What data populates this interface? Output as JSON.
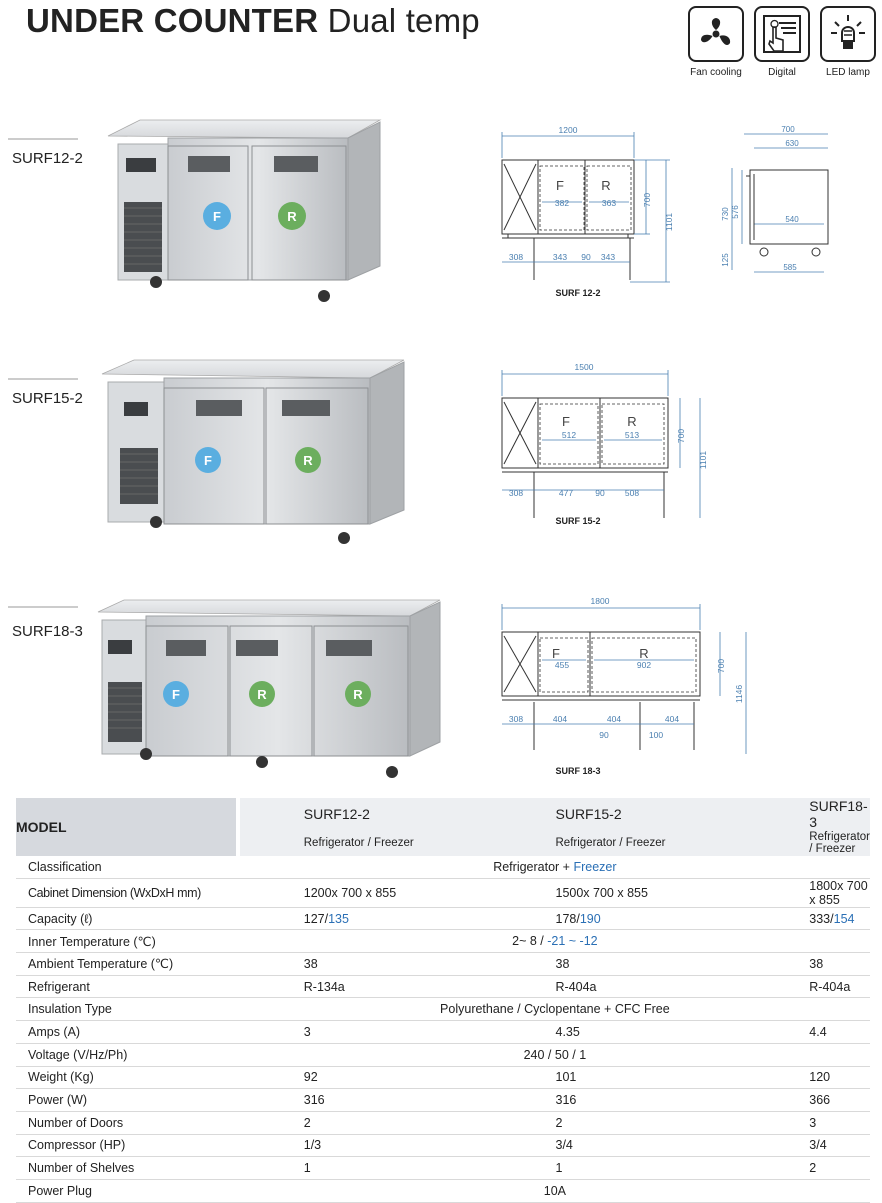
{
  "header": {
    "title_bold": "UNDER COUNTER",
    "title_light": "Dual temp"
  },
  "features": [
    {
      "label": "Fan cooling",
      "icon": "fan-icon"
    },
    {
      "label": "Digital",
      "icon": "digital-touch-icon"
    },
    {
      "label": "LED lamp",
      "icon": "led-lamp-icon"
    }
  ],
  "models": [
    {
      "name": "SURF12-2",
      "drawing_caption": "SURF 12-2",
      "dims": {
        "width": "1200",
        "height": "700",
        "total_height": "1101",
        "left": "308",
        "s1": "343",
        "gap": "90",
        "s2": "343",
        "f_inner": "382",
        "r_inner": "363"
      },
      "side": {
        "depth": "700",
        "inner_depth": "630",
        "shelf": "540",
        "base": "585",
        "h1": "730",
        "h2": "576",
        "leg": "125"
      }
    },
    {
      "name": "SURF15-2",
      "drawing_caption": "SURF 15-2",
      "dims": {
        "width": "1500",
        "height": "700",
        "total_height": "1101",
        "left": "308",
        "s1": "477",
        "gap": "90",
        "s2": "508",
        "f_inner": "512",
        "r_inner": "513"
      }
    },
    {
      "name": "SURF18-3",
      "drawing_caption": "SURF 18-3",
      "dims": {
        "width": "1800",
        "height": "700",
        "total_height": "1146",
        "left": "308",
        "s1": "404",
        "s2": "404",
        "s3": "404",
        "gap1": "90",
        "gap2": "100",
        "f_inner": "455",
        "r_inner": "902"
      }
    }
  ],
  "door_badges": {
    "freezer": "F",
    "refrigerator": "R"
  },
  "colors": {
    "freezer_badge": "#5aaee0",
    "refrigerator_badge": "#6cae5e",
    "accent_blue": "#2a6fb5",
    "drawing_line": "#4a7fb0"
  },
  "table": {
    "model_header": "MODEL",
    "columns": [
      {
        "model": "SURF12-2",
        "type": "Refrigerator  / Freezer"
      },
      {
        "model": "SURF15-2",
        "type": "Refrigerator  / Freezer"
      },
      {
        "model": "SURF18-3",
        "type": "Refrigerator  / Freezer"
      }
    ],
    "rows": {
      "classification": {
        "label": "Classification",
        "a": "Refrigerator + ",
        "b": "Freezer"
      },
      "cabinet": {
        "label": "Cabinet Dimension (WxDxH mm)",
        "v1": "1200x 700 x 855",
        "v2": "1500x 700 x 855",
        "v3": "1800x 700 x 855"
      },
      "capacity": {
        "label": "Capacity (ℓ)",
        "v1a": "127/",
        "v1b": "135",
        "v2a": "178/",
        "v2b": "190",
        "v3a": "333/",
        "v3b": "154"
      },
      "inner": {
        "label": "Inner Temperature (℃)",
        "a": "2~ 8 / ",
        "b": "-21 ~ -12"
      },
      "ambient": {
        "label": "Ambient Temperature (℃)",
        "v1": "38",
        "v2": "38",
        "v3": "38"
      },
      "refrigerant": {
        "label": "Refrigerant",
        "v1": "R-134a",
        "v2": "R-404a",
        "v3": "R-404a"
      },
      "insulation": {
        "label": "Insulation Type",
        "value": "Polyurethane / Cyclopentane + CFC Free"
      },
      "amps": {
        "label": "Amps (A)",
        "v1": "3",
        "v2": "4.35",
        "v3": "4.4"
      },
      "voltage": {
        "label": "Voltage (V/Hz/Ph)",
        "value": "240 / 50 / 1"
      },
      "weight": {
        "label": "Weight (Kg)",
        "v1": "92",
        "v2": "101",
        "v3": "120"
      },
      "power": {
        "label": "Power (W)",
        "v1": "316",
        "v2": "316",
        "v3": "366"
      },
      "doors": {
        "label": "Number of Doors",
        "v1": "2",
        "v2": "2",
        "v3": "3"
      },
      "compressor": {
        "label": "Compressor (HP)",
        "v1": "1/3",
        "v2": "3/4",
        "v3": "3/4"
      },
      "shelves": {
        "label": "Number of  Shelves",
        "v1": "1",
        "v2": "1",
        "v3": "2"
      },
      "plug": {
        "label": "Power Plug",
        "value": "10A"
      }
    }
  }
}
